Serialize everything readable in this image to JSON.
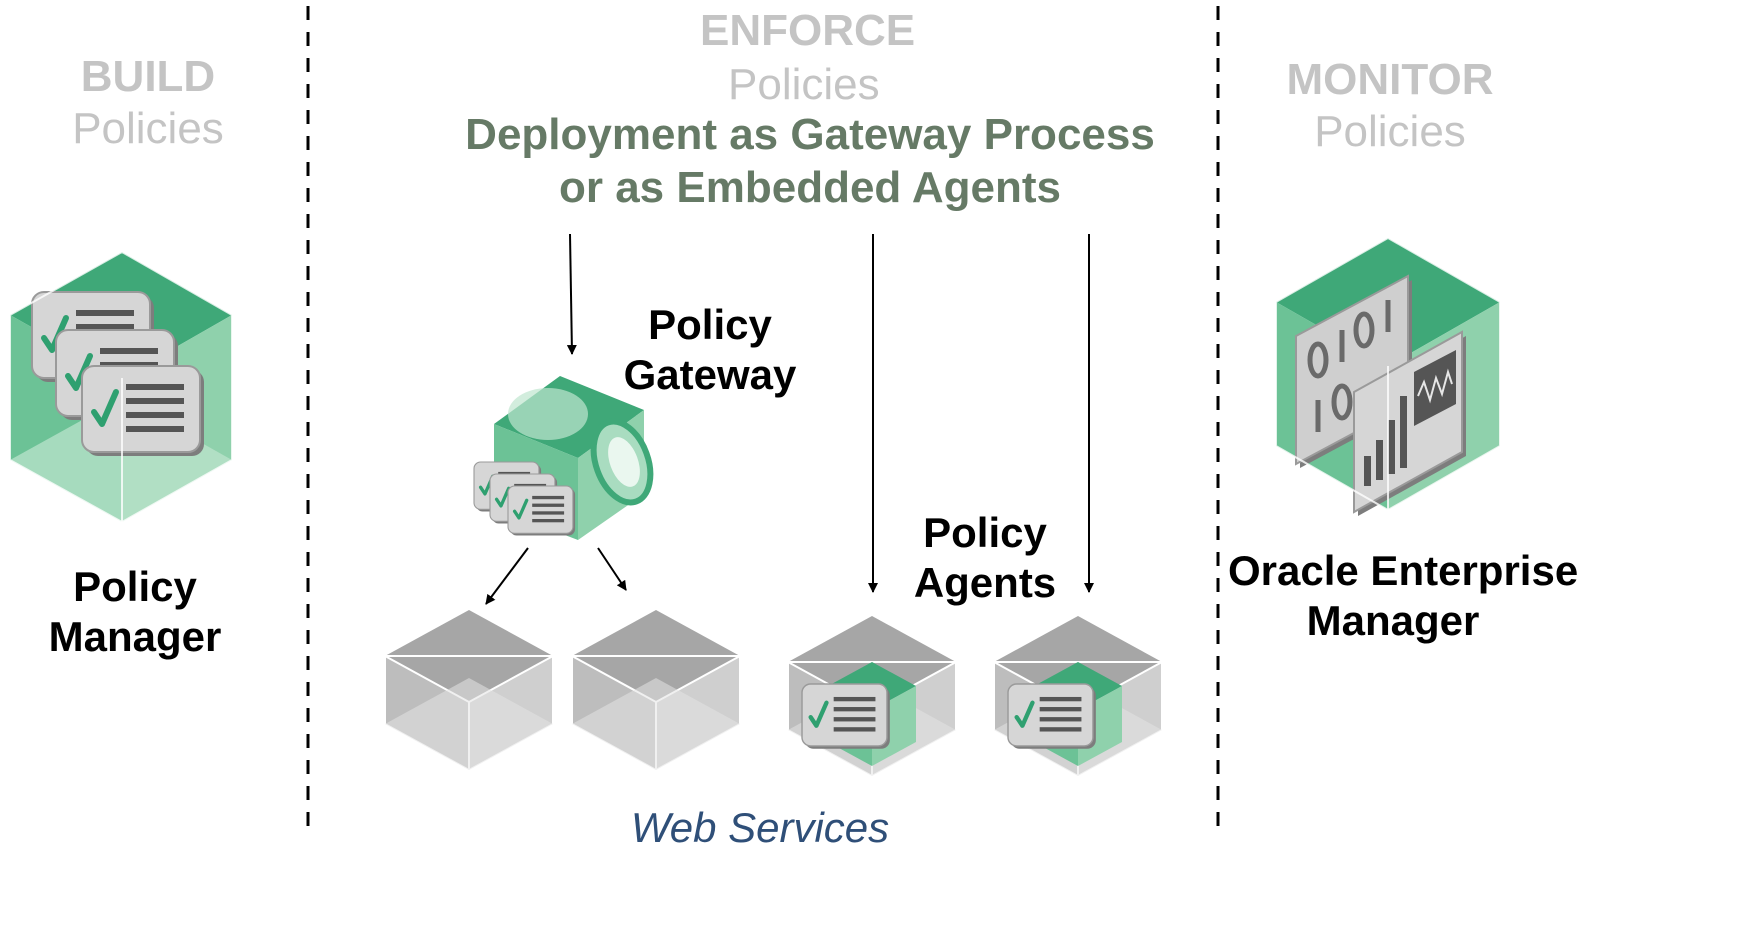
{
  "sections": {
    "build": {
      "title": "BUILD",
      "subtitle": "Policies"
    },
    "enforce": {
      "title": "ENFORCE",
      "subtitle": "Policies"
    },
    "monitor": {
      "title": "MONITOR",
      "subtitle": "Policies"
    }
  },
  "headline": {
    "line1": "Deployment as Gateway Process",
    "line2": "or as Embedded Agents"
  },
  "labels": {
    "policy_manager": [
      "Policy",
      "Manager"
    ],
    "policy_gateway": [
      "Policy",
      "Gateway"
    ],
    "policy_agents": [
      "Policy",
      "Agents"
    ],
    "oem": [
      "Oracle Enterprise",
      "Manager"
    ],
    "web_services": "Web Services"
  },
  "icons": [
    "policy-manager-cube-icon",
    "policy-gateway-camera-icon",
    "web-service-box-icon",
    "policy-agent-box-icon",
    "monitor-cube-icon",
    "checklist-card-icon"
  ],
  "colors": {
    "green": "#3fa878",
    "green_light": "#a9dcc0",
    "gray": "#b3b3b3",
    "faint_text": "#c4c4c4",
    "headline_text": "#667a66",
    "web_services_text": "#2f4f78"
  }
}
